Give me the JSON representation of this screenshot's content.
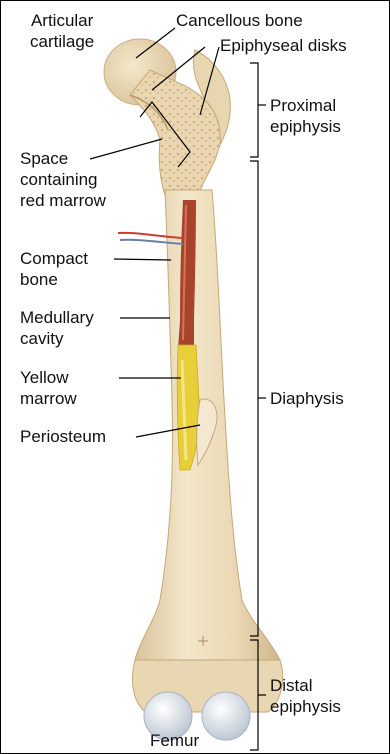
{
  "labels": {
    "articular_cartilage": [
      "Articular",
      "cartilage"
    ],
    "cancellous_bone": "Cancellous bone",
    "epiphyseal_disks": "Epiphyseal disks",
    "space_red_marrow": [
      "Space",
      "containing",
      "red marrow"
    ],
    "compact_bone": [
      "Compact",
      "bone"
    ],
    "medullary_cavity": [
      "Medullary",
      "cavity"
    ],
    "yellow_marrow": [
      "Yellow",
      "marrow"
    ],
    "periosteum": "Periosteum",
    "proximal_epiphysis": [
      "Proximal",
      "epiphysis"
    ],
    "diaphysis": "Diaphysis",
    "distal_epiphysis": [
      "Distal",
      "epiphysis"
    ],
    "caption": "Femur"
  },
  "colors": {
    "bone_shaft": "#ecdcbc",
    "bone_shadow": "#d8c39b",
    "cancellous": "#e5d0a8",
    "red_marrow": "#a8442c",
    "yellow_marrow": "#e8cf3a",
    "cartilage": "#e8edf2",
    "blood_vessel_red": "#c8402e",
    "blood_vessel_blue": "#6a7fa8"
  }
}
